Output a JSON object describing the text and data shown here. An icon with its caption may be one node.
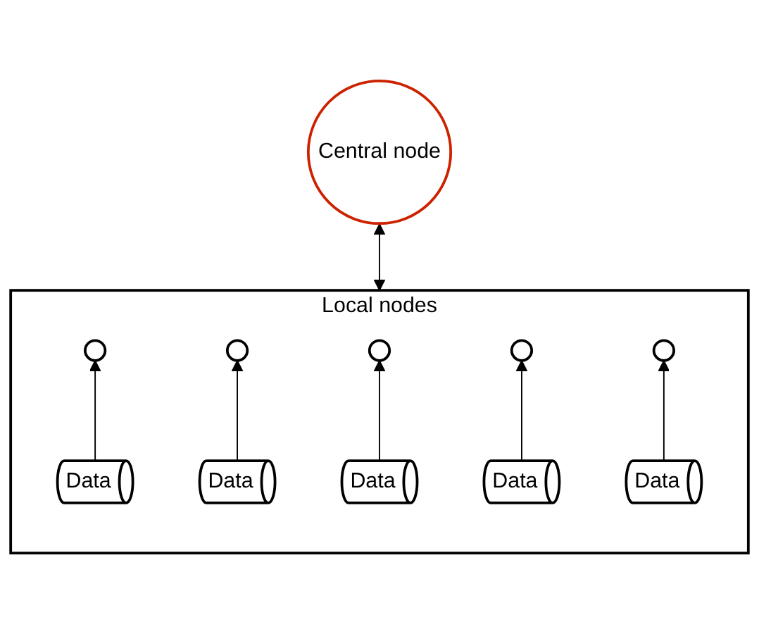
{
  "diagram": {
    "nodes": [
      {
        "text": [
          "Central node"
        ]
      },
      {
        "text": [
          "Local nodes"
        ]
      },
      {
        "text": [],
        "shape": "circle",
        "in": 1
      },
      {
        "text": [],
        "shape": "circle",
        "in": 1
      },
      {
        "text": [],
        "shape": "circle",
        "in": 1
      },
      {
        "text": [],
        "shape": "circle",
        "in": 1
      },
      {
        "text": [],
        "shape": "circle",
        "in": 1
      },
      {
        "text": [
          "Data"
        ],
        "in": 1
      },
      {
        "text": [
          "Data"
        ],
        "in": 1
      },
      {
        "text": [
          "Data"
        ],
        "in": 1
      },
      {
        "text": [
          "Data"
        ],
        "in": 1
      },
      {
        "text": [
          "Data"
        ],
        "in": 1
      }
    ],
    "edges": [
      {
        "from": 0,
        "to": 1,
        "arrow": "both"
      },
      {
        "from": 7,
        "to": 2,
        "arrow": "to"
      },
      {
        "from": 8,
        "to": 3,
        "arrow": "to"
      },
      {
        "from": 9,
        "to": 4,
        "arrow": "to"
      },
      {
        "from": 10,
        "to": 5,
        "arrow": "to"
      },
      {
        "from": 11,
        "to": 6,
        "arrow": "to"
      }
    ]
  }
}
